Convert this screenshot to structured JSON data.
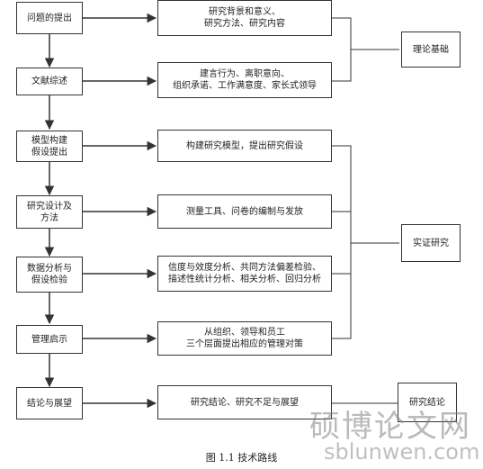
{
  "steps": [
    "问题的提出",
    "文献综述",
    "模型构建\n假设提出",
    "研究设计及\n方法",
    "数据分析与\n假设检验",
    "管理启示",
    "结论与展望"
  ],
  "details": [
    "研究背景和意义、\n研究方法、研究内容",
    "建言行为、离职意向、\n组织承诺、工作满意度、家长式领导",
    "构建研究模型，提出研究假设",
    "测量工具、问卷的编制与发放",
    "信度与效度分析、共同方法偏差检验、\n描述性统计分析、相关分析、回归分析",
    "从组织、领导和员工\n三个层面提出相应的管理对策",
    "研究结论、研究不足与展望"
  ],
  "categories": [
    "理论基础",
    "实证研究",
    "研究结论"
  ],
  "caption": "图 1.1  技术路线",
  "watermark": {
    "cn": "硕博论文网",
    "en": "sblunwen.com"
  },
  "colors": {
    "line": "#333333",
    "watermark": "#8c8c8c"
  }
}
